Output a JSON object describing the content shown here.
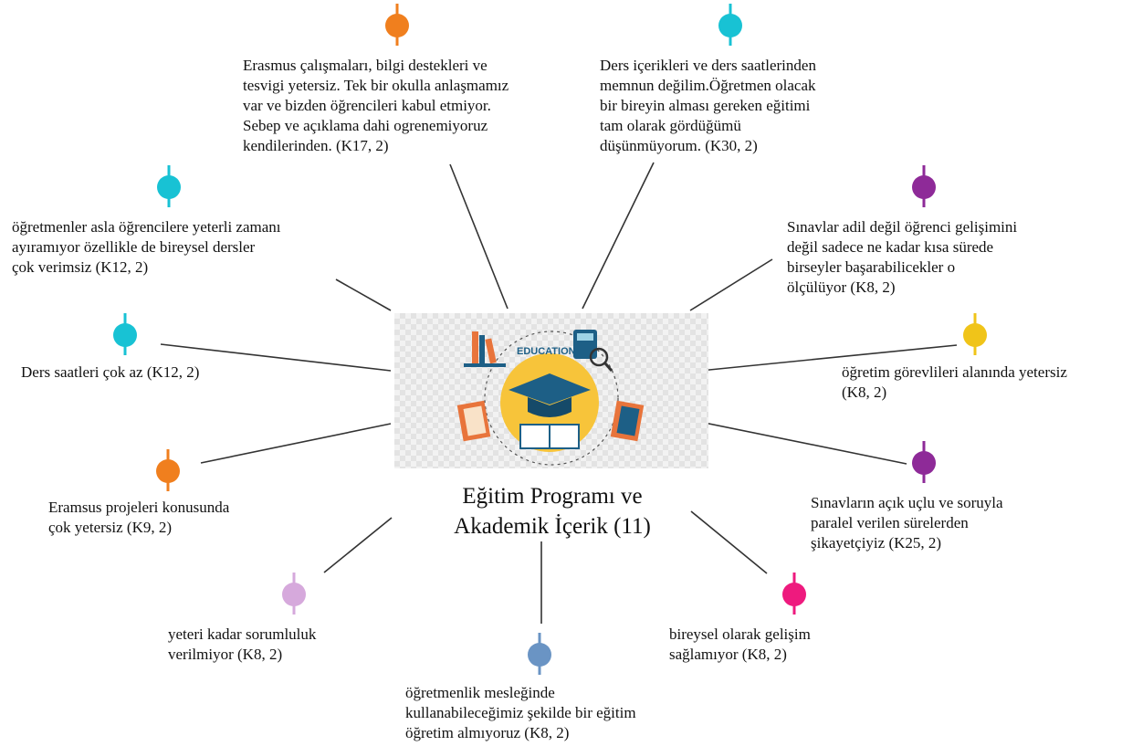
{
  "center": {
    "title": "Eğitim Programı ve\nAkademik İçerik (11)",
    "illustration_label": "EDUCATION",
    "illustration_icon": "graduation-cap-icon"
  },
  "nodes": [
    {
      "id": "erasmus-calismalari",
      "text": "Erasmus çalışmaları, bilgi destekleri ve\ntesvigi yetersiz. Tek bir okulla anlaşmamız\nvar ve bizden öğrencileri kabul etmiyor.\nSebep ve açıklama dahi ogrenemiyoruz\nkendilerinden. (K17, 2)",
      "color": "#f07f1e"
    },
    {
      "id": "ders-icerikleri",
      "text": "Ders içerikleri ve ders saatlerinden\nmemnun değilim.Öğretmen olacak\nbir bireyin alması gereken eğitimi\ntam olarak gördüğümü\ndüşünmüyorum. (K30, 2)",
      "color": "#18c2d4"
    },
    {
      "id": "ogretmenler-asla",
      "text": "öğretmenler asla öğrencilere yeterli zamanı\nayıramıyor özellikle de bireysel dersler\nçok verimsiz (K12, 2)",
      "color": "#18c2d4"
    },
    {
      "id": "sinavlar-adil",
      "text": "Sınavlar adil değil öğrenci gelişimini\ndeğil  sadece ne kadar kısa sürede\nbirseyler başarabilicekler o\nölçülüyor (K8, 2)",
      "color": "#8e2a98"
    },
    {
      "id": "ders-saatleri",
      "text": "Ders saatleri çok az (K12, 2)",
      "color": "#18c2d4"
    },
    {
      "id": "ogretim-gorevlileri",
      "text": "öğretim görevlileri alanında yetersiz\n(K8, 2)",
      "color": "#f0c419"
    },
    {
      "id": "eramsus-projeleri",
      "text": "Eramsus projeleri konusunda\nçok yetersiz (K9, 2)",
      "color": "#f07f1e"
    },
    {
      "id": "sinavlarin-acik-uclu",
      "text": "Sınavların açık uçlu ve soruyla\nparalel verilen sürelerden\nşikayetçiyiz (K25, 2)",
      "color": "#8e2a98"
    },
    {
      "id": "yeteri-kadar",
      "text": "yeteri kadar sorumluluk\nverilmiyor (K8, 2)",
      "color": "#d6a9dc"
    },
    {
      "id": "bireysel-olarak",
      "text": "bireysel olarak gelişim\nsağlamıyor (K8, 2)",
      "color": "#ee1a7e"
    },
    {
      "id": "ogretmenlik-meslegi",
      "text": "öğretmenlik mesleğinde\nkullanabileceğimiz şekilde bir eğitim\nöğretim almıyoruz (K8, 2)",
      "color": "#6a94c4"
    }
  ],
  "colors": {
    "connector": "#333333",
    "illustration_circle": "#f7c43a",
    "cap": "#1d5f86",
    "book": "#e8743b"
  }
}
